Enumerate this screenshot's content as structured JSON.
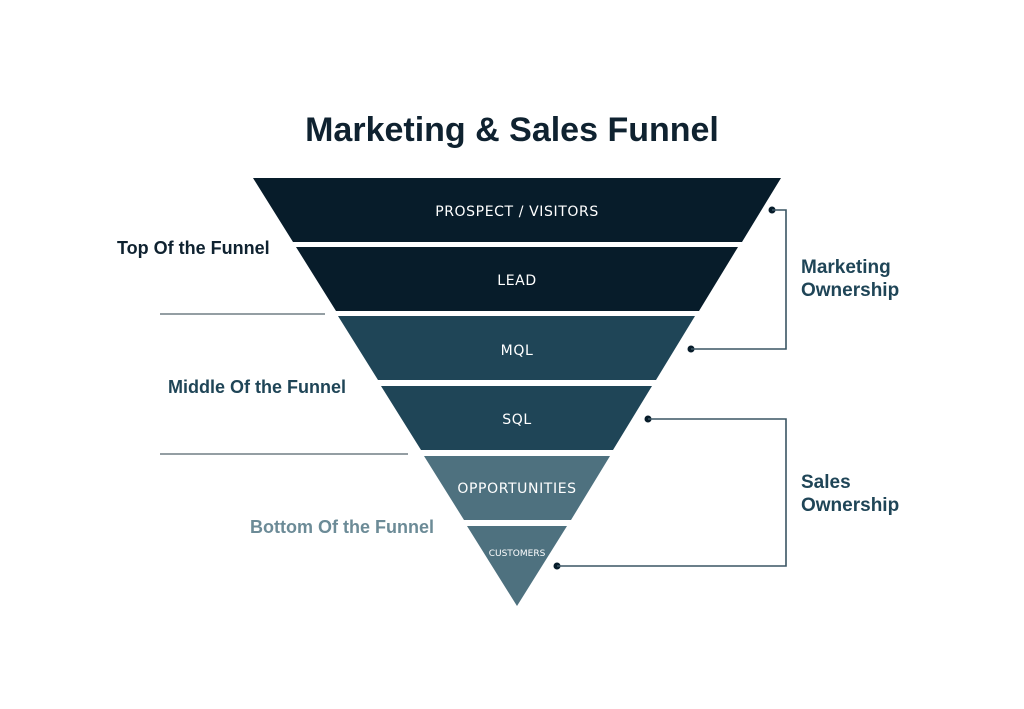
{
  "title": "Marketing & Sales Funnel",
  "colors": {
    "dark": "#071c2a",
    "mid": "#1f4557",
    "light": "#4e717f",
    "lighter": "#6c8b97",
    "bracket": "#3a5563",
    "divider": "#55646c"
  },
  "stages": [
    {
      "label": "PROSPECT / VISITORS",
      "color": "#071c2a"
    },
    {
      "label": "LEAD",
      "color": "#071c2a"
    },
    {
      "label": "MQL",
      "color": "#1f4557"
    },
    {
      "label": "SQL",
      "color": "#1f4557"
    },
    {
      "label": "OPPORTUNITIES",
      "color": "#4e717f"
    },
    {
      "label": "CUSTOMERS",
      "color": "#4e717f"
    }
  ],
  "sections": [
    {
      "label": "Top Of the Funnel",
      "color": "#0f2230"
    },
    {
      "label": "Middle Of the Funnel",
      "color": "#1f4557"
    },
    {
      "label": "Bottom Of the Funnel",
      "color": "#6c8b97"
    }
  ],
  "ownership": [
    {
      "line1": "Marketing",
      "line2": "Ownership",
      "color": "#1f4557"
    },
    {
      "line1": "Sales",
      "line2": "Ownership",
      "color": "#1f4557"
    }
  ]
}
